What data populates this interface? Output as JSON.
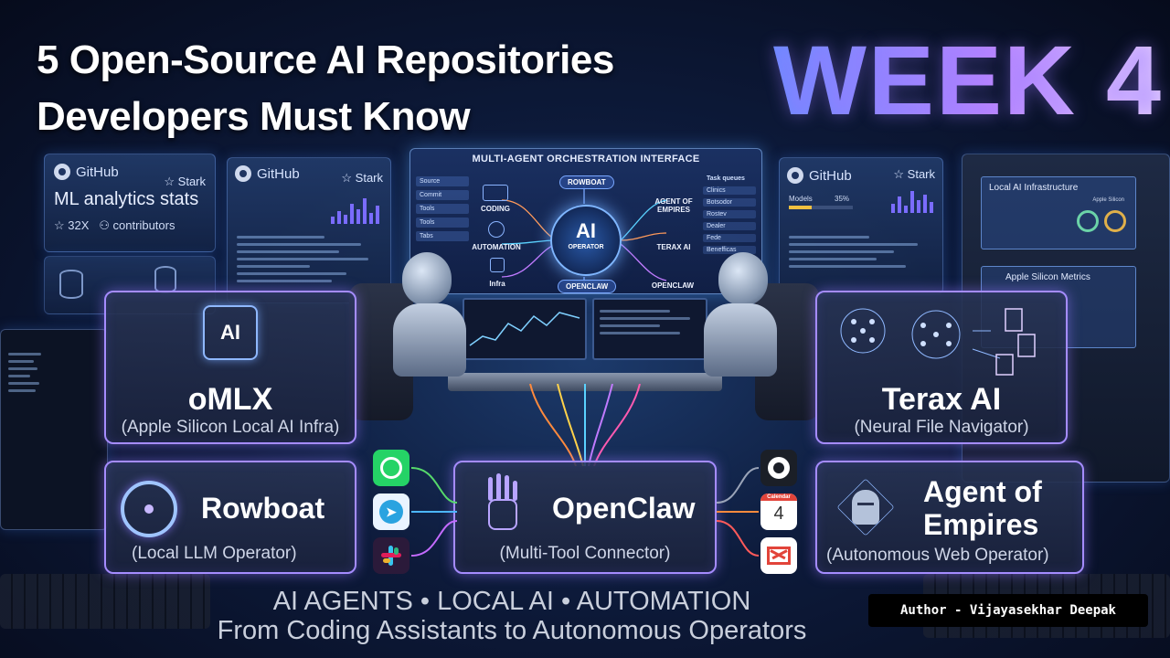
{
  "title": {
    "line1": "5 Open-Source AI Repositories",
    "line2": "Developers Must Know",
    "week": "WEEK 4"
  },
  "bg_screens": {
    "left": {
      "github": "GitHub",
      "star": "Stark",
      "heading": "ML analytics stats",
      "count": "32X",
      "contributors": "contributors"
    },
    "mid_left": {
      "github": "GitHub",
      "star": "Stark"
    },
    "mid_right": {
      "github": "GitHub",
      "star": "Stark",
      "models": "Models",
      "pct": "35%"
    },
    "right": {
      "heading": "Local AI Infrastructure",
      "sub": "Apple Silicon",
      "metrics": "Apple Silicon Metrics"
    }
  },
  "orchestration": {
    "title": "MULTI-AGENT ORCHESTRATION INTERFACE",
    "sidebar": [
      "Source",
      "Commit",
      "Tools",
      "Tools",
      "Tabs"
    ],
    "queue_title": "Task queues",
    "queue": [
      "Clinics",
      "Botsodor",
      "Rostev",
      "Dealer",
      "Fede",
      "Benefficas"
    ],
    "core_big": "AI",
    "core_small": "OPERATOR",
    "labels": {
      "coding": "CODING",
      "automation": "AUTOMATION",
      "infra": "Infra",
      "rowboat": "ROWBOAT",
      "agent": "AGENT OF EMPIRES",
      "terax": "TERAX AI",
      "openclaw_left": "OPENCLAW",
      "openclaw_right": "OPENCLAW"
    }
  },
  "cards": {
    "omlx": {
      "title": "oMLX",
      "subtitle": "(Apple Silicon Local AI Infra)",
      "icon": "AI"
    },
    "terax": {
      "title": "Terax AI",
      "subtitle": "(Neural File Navigator)"
    },
    "rowboat": {
      "title": "Rowboat",
      "subtitle": "(Local LLM Operator)"
    },
    "openclaw": {
      "title": "OpenClaw",
      "subtitle": "(Multi-Tool Connector)"
    },
    "agent": {
      "title_line1": "Agent of",
      "title_line2": "Empires",
      "subtitle": "(Autonomous Web Operator)"
    }
  },
  "calendar": {
    "month": "Calendar",
    "day": "4"
  },
  "footer": {
    "tagline1": "AI AGENTS • LOCAL AI • AUTOMATION",
    "tagline2": "From Coding Assistants to Autonomous Operators",
    "author": "Author - Vijayasekhar Deepak"
  },
  "colors": {
    "card_border": "#a58cff",
    "week_gradient_start": "#6a8bff",
    "week_gradient_end": "#e0c8ff"
  }
}
